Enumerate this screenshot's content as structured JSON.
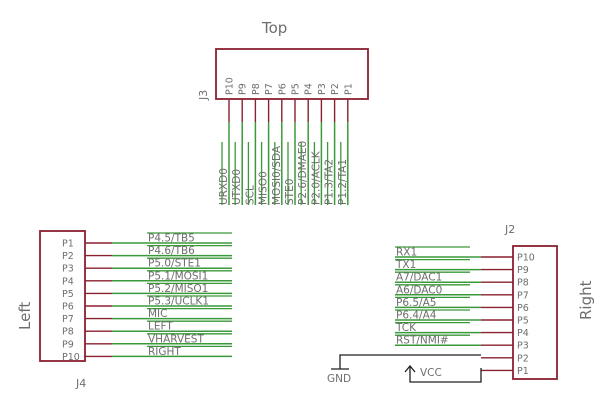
{
  "top": {
    "title": "Top",
    "refdes": "J3",
    "pins": [
      "P10",
      "P9",
      "P8",
      "P7",
      "P6",
      "P5",
      "P4",
      "P3",
      "P2",
      "P1"
    ],
    "nets": [
      "URXD0",
      "UTXD0",
      "SCL",
      "MISO0",
      "MOSI0/SDA",
      "STE0",
      "P2.6/DMAE0",
      "P2.0/ACLK",
      "P1.3/TA2",
      "P1.2/TA1"
    ]
  },
  "left": {
    "title": "Left",
    "refdes": "J4",
    "pins": [
      "P1",
      "P2",
      "P3",
      "P4",
      "P5",
      "P6",
      "P7",
      "P8",
      "P9",
      "P10"
    ],
    "nets": [
      "P4.5/TB5",
      "P4.6/TB6",
      "P5.0/STE1",
      "P5.1/MOSI1",
      "P5.2/MISO1",
      "P5.3/UCLK1",
      "MIC",
      "LEFT",
      "VHARVEST",
      "RIGHT"
    ]
  },
  "right": {
    "title": "Right",
    "refdes": "J2",
    "pins": [
      "P10",
      "P9",
      "P8",
      "P7",
      "P6",
      "P5",
      "P4",
      "P3",
      "P2",
      "P1"
    ],
    "nets": [
      "RX1",
      "TX1",
      "A7/DAC1",
      "A6/DAC0",
      "P6.5/A5",
      "P6.4/A4",
      "TCK",
      "RST/NMI#"
    ]
  },
  "power": {
    "gnd_label": "GND",
    "vcc_label": "VCC"
  }
}
